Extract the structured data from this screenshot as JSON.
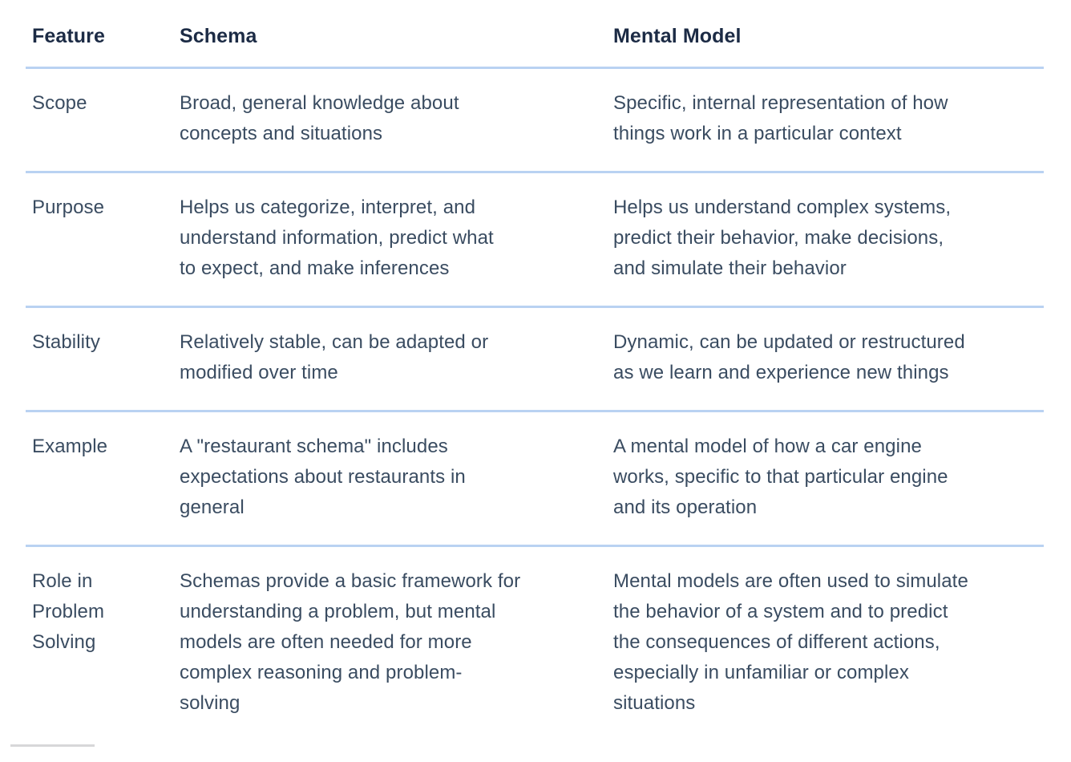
{
  "colors": {
    "background": "#ffffff",
    "header_text": "#1c2b45",
    "body_text": "#3a4c61",
    "divider": "#b9d2f2",
    "partial_line": "#d7d7d9"
  },
  "table": {
    "headers": [
      "Feature",
      "Schema",
      "Mental Model"
    ],
    "rows": [
      {
        "feature": "Scope",
        "schema": "Broad, general knowledge about\nconcepts and situations",
        "mental_model": "Specific, internal representation of how\nthings work in a particular context"
      },
      {
        "feature": "Purpose",
        "schema": "Helps us categorize, interpret, and\nunderstand information, predict what\nto expect, and make inferences",
        "mental_model": "Helps us understand complex systems,\npredict their behavior, make decisions,\nand simulate their behavior"
      },
      {
        "feature": "Stability",
        "schema": "Relatively stable, can be adapted or\nmodified over time",
        "mental_model": "Dynamic, can be updated or restructured\nas we learn and experience new things"
      },
      {
        "feature": "Example",
        "schema": "A \"restaurant schema\" includes\nexpectations about restaurants in\ngeneral",
        "mental_model": "A mental model of how a car engine\nworks, specific to that particular engine\nand its operation"
      },
      {
        "feature": "Role in\nProblem\nSolving",
        "schema": "Schemas provide a basic framework for\nunderstanding a problem, but mental\nmodels are often needed for more\ncomplex reasoning and problem-\nsolving",
        "mental_model": "Mental models are often used to simulate\nthe behavior of a system and to predict\nthe consequences of different actions,\nespecially in unfamiliar or complex\nsituations"
      }
    ]
  }
}
